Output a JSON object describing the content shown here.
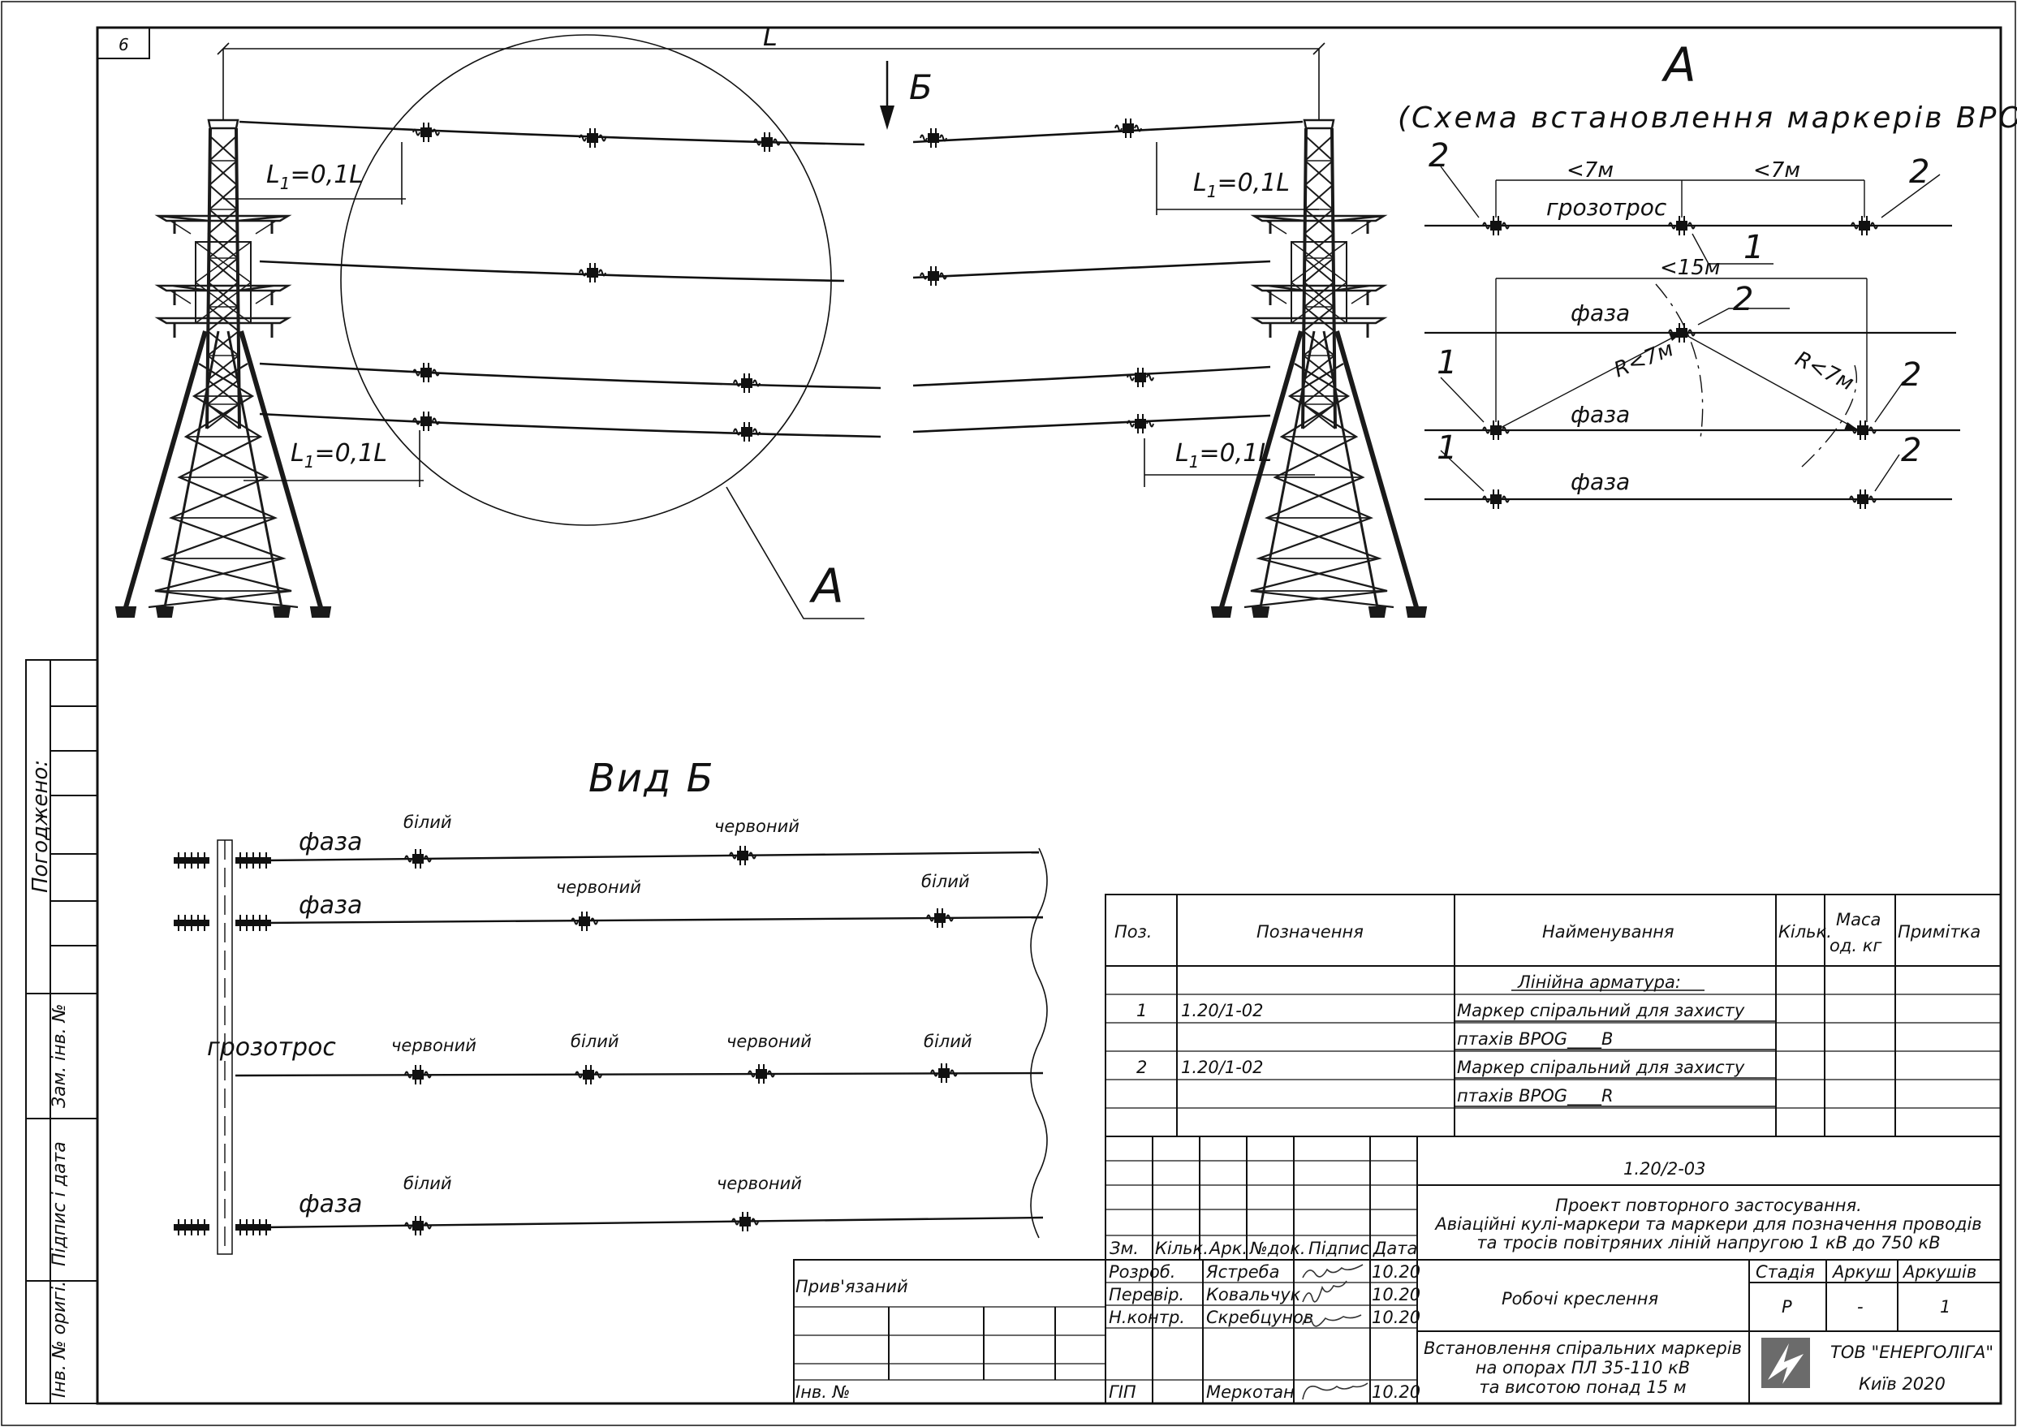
{
  "sheet_number": "6",
  "main_view": {
    "dim_span": "L",
    "l1_label": "L",
    "l1_subscript": "1",
    "l1_value": "=0,1L",
    "view_arrow_label": "Б",
    "callout_label": "А"
  },
  "detail_a": {
    "title": "А",
    "subtitle": "(Схема встановлення маркерів BPOG)",
    "dist_7m_1": "<7м",
    "dist_7m_2": "<7м",
    "dist_15m": "<15м",
    "groundwire_label": "грозотрос",
    "phase_label_1": "фаза",
    "phase_label_2": "фаза",
    "phase_label_3": "фаза",
    "radius_label_1": "R<7м",
    "radius_label_2": "R<7м",
    "pos_1": "1",
    "pos_2": "2"
  },
  "view_b": {
    "title": "Вид Б",
    "phase_label": "фаза",
    "groundwire_label": "грозотрос",
    "white": "білий",
    "red": "червоний"
  },
  "left_strip": {
    "agreed": "Погоджено:",
    "replaced_inv": "Зам. інв. №",
    "sign_date": "Підпис і дата",
    "inv_original": "Інв. № оригі."
  },
  "spec_table": {
    "headers": {
      "pos": "Поз.",
      "designation": "Позначення",
      "name": "Найменування",
      "qty": "Кільк.",
      "mass_1": "Маса",
      "mass_2": "од. кг",
      "note": "Примітка"
    },
    "section": "Лінійна арматура:",
    "rows": [
      {
        "pos": "1",
        "designation": "1.20/1-02",
        "name_1": "Маркер спіральний для захисту",
        "name_2": "птахів BPOG____B"
      },
      {
        "pos": "2",
        "designation": "1.20/1-02",
        "name_1": "Маркер спіральний для захисту",
        "name_2": "птахів BPOG____R"
      }
    ]
  },
  "title_block": {
    "code": "1.20/2-03",
    "project_1": "Проект повторного застосування.",
    "project_2": "Авіаційні кулі-маркери та маркери для позначення проводів",
    "project_3": "та тросів повітряних ліній напругою 1 кВ до 750 кВ",
    "col_headers": [
      "Зм.",
      "Кільк.",
      "Арк.",
      "№док.",
      "Підпис",
      "Дата"
    ],
    "people": [
      {
        "role": "Розроб.",
        "name": "Ястреба",
        "date": "10.20"
      },
      {
        "role": "Перевір.",
        "name": "Ковальчук",
        "date": "10.20"
      },
      {
        "role": "Н.контр.",
        "name": "Скребцунов",
        "date": "10.20"
      },
      {
        "role": "ГІП",
        "name": "Меркотан",
        "date": "10.20"
      }
    ],
    "work_drawings": "Робочі креслення",
    "stage_label": "Стадія",
    "sheet_label": "Аркуш",
    "sheets_label": "Аркушів",
    "stage": "Р",
    "sheet": "-",
    "sheets": "1",
    "drawing_1": "Встановлення спіральних маркерів",
    "drawing_2": "на опорах ПЛ 35-110 кВ",
    "drawing_3": "та висотою понад 15 м",
    "company": "ТОВ \"ЕНЕРГОЛІГА\"",
    "city_year": "Київ 2020",
    "linked": "Прив'язаний",
    "inv_no": "Інв. №"
  }
}
